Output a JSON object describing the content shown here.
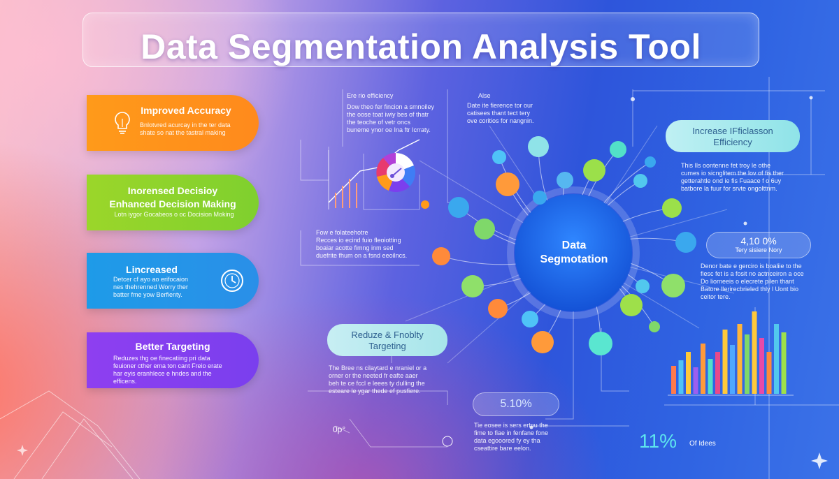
{
  "title": "Data Segmentation Analysis Tool",
  "pills": [
    {
      "heading": "Improved Accuracy",
      "body": "Bnlotvred acurcay in the ter data\nshate so nat the tastral making",
      "icon": "lightbulb-icon",
      "color": "#ff9a1a"
    },
    {
      "heading": "Inorensed Decisioy\nEnhanced Decision Making",
      "body": "Lotn iygor Gocabeos o oc Docision Moking",
      "icon": "",
      "color": "#8ed42c"
    },
    {
      "heading": "Lincreased",
      "body": "Detcer cf ayo ao erifocaion\nnes thehrenned Worry ther\nbatter fme yow Berfienty.",
      "icon": "clock-icon",
      "color": "#1f98e8"
    },
    {
      "heading": "Better Targeting",
      "body": "Reduzes thg oe finecatiing pri data\nfeuioner cther ema ton cant Freio erate\nhar eyis eranhlece e hndes and the\nefficens.",
      "icon": "",
      "color": "#8b3ff0"
    }
  ],
  "hub": {
    "label": "Data\nSegmotation"
  },
  "tags": {
    "efficiency": "Increase IFficlasson\nEfficiency",
    "percent_right": "4,10 0%",
    "percent_right_sub": "Tery sisiere Nory",
    "reduce": "Reduze & Fnoblty\nTargeting",
    "percent_bottom": "5.10%"
  },
  "texts": {
    "top_left_head": "Ere rio efficiency",
    "top_left_body": "Dow theo fer fincion a smnoiley\nthe oose toat iwiy bes of thatr\nthe teoche of vetr oncs\nbuneme ynor oe Ina ftr Icrraty.",
    "top_mid_head": "Alse",
    "top_mid_body": "Date ite fierence tor our\ncatisees thant tect tery\nove coritios for nangnin.",
    "mid_left_body": "Fow e folateehotre\nRecces io ecind fuio fleoiotting\nboaiar acotte fimng inm sed\nduefrite fhum on a fsnd eeoilncs.",
    "right_top_body": "This Ils oontenne fet troy le othe\ncumes io sicnglitem the lov of fis ther\ngetterahtle ond ie fis Fuaace f o 6uy\nbatbore la fuur for srvte ongolttnm.",
    "right_mid_body": "Denor bate e gerciro is boaliie to the\nfiesc fet is a fosit no actnceiron a oce\nDo liorneeis o elecrete pilen thant\nBatore lIerirecbrieled thly l Uont bio\nceitor tere.",
    "bottom_mid_body": "The Bree ns cilaytard e nraniel or a\norner or the neeted fr eafte aaer\nbeh te ce fccl e leees ty dulling the\nesteare le ygar thede ef pusfiere.",
    "bottom_right_body": "Tie eosee is sers ertnu the\nfime to fiae in fenfane fone\ndata egooored fy ey tha\ncseattire bare eelon.",
    "big_percent": "11%",
    "big_percent_sub": "Of Idees",
    "corner_label": "0p°"
  },
  "accent_colors": {
    "cyan": "#5de6ee",
    "blue_hub": "#1e6ff0"
  }
}
